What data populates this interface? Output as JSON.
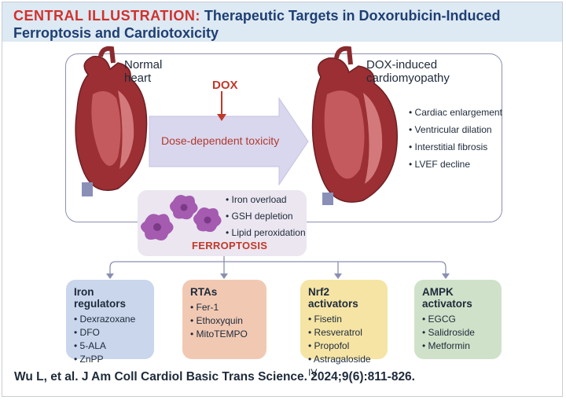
{
  "header": {
    "kicker": "CENTRAL ILLUSTRATION:",
    "title_line1": "Therapeutic Targets in Doxorubicin-Induced",
    "title_line2": "Ferroptosis and Cardiotoxicity"
  },
  "top_panel": {
    "normal_label_line1": "Normal",
    "normal_label_line2": "heart",
    "dox_label": "DOX",
    "arrow_text": "Dose-dependent toxicity",
    "dox_label_line1": "DOX-induced",
    "dox_label_line2": "cardiomyopathy",
    "outcomes": [
      "Cardiac enlargement",
      "Ventricular dilation",
      "Interstitial fibrosis",
      "LVEF decline"
    ]
  },
  "ferroptosis": {
    "items": [
      "Iron overload",
      "GSH depletion",
      "Lipid peroxidation"
    ],
    "label": "FERROPTOSIS"
  },
  "targets": [
    {
      "title": "Iron regulators",
      "items": [
        "Dexrazoxane",
        "DFO",
        "5-ALA",
        "ZnPP"
      ],
      "color": "#c9d6ec"
    },
    {
      "title": "RTAs",
      "items": [
        "Fer-1",
        "Ethoxyquin",
        "MitoTEMPO"
      ],
      "color": "#f1c9b3"
    },
    {
      "title": "Nrf2 activators",
      "items": [
        "Fisetin",
        "Resveratrol",
        "Propofol",
        "Astragaloside IV"
      ],
      "color": "#f5e4a4"
    },
    {
      "title": "AMPK activators",
      "items": [
        "EGCG",
        "Salidroside",
        "Metformin"
      ],
      "color": "#cfe2c9"
    }
  ],
  "citation": "Wu L, et al. J Am Coll Cardiol Basic Trans Science. 2024;9(6):811-826.",
  "colors": {
    "header_bg": "#dde9f3",
    "title_red": "#d0322d",
    "title_blue": "#1f3f73",
    "panel_border": "#8c8fb3",
    "arrow_fill": "#d9d7ee",
    "heart": "#9b2f33",
    "cell": "#a45bb0"
  }
}
